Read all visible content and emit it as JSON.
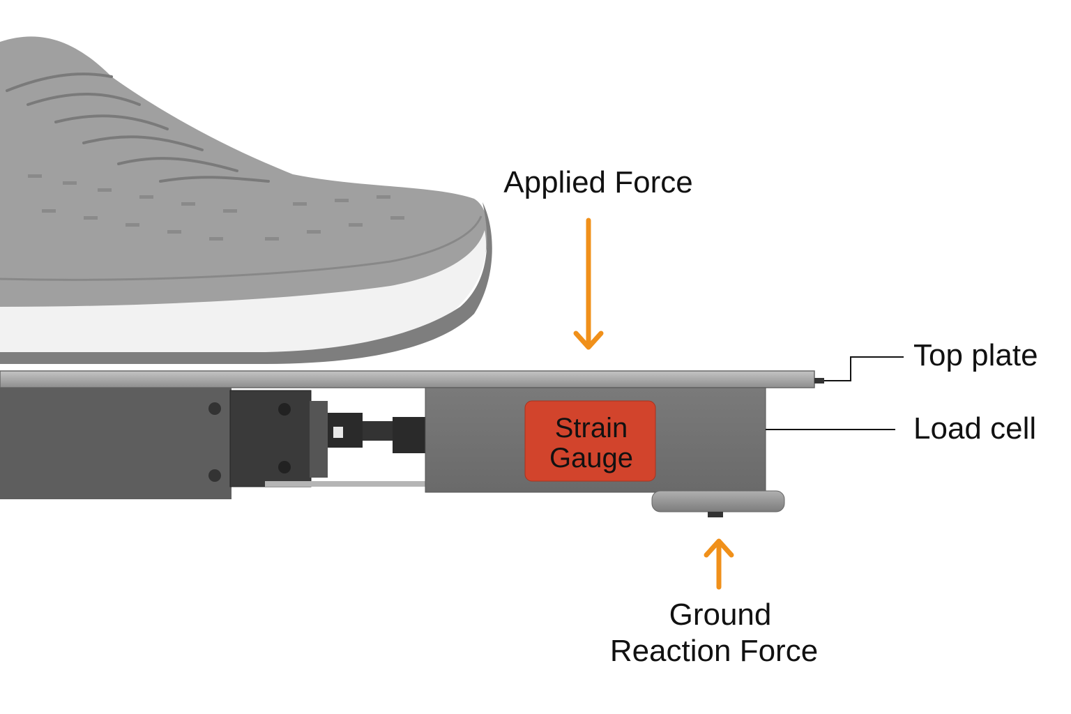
{
  "labels": {
    "applied_force": "Applied Force",
    "top_plate": "Top plate",
    "load_cell": "Load cell",
    "strain_gauge_line1": "Strain",
    "strain_gauge_line2": "Gauge",
    "ground_line1": "Ground",
    "ground_line2": "Reaction Force"
  },
  "colors": {
    "arrow": "#F0901A",
    "strain_gauge": "#D2442C",
    "plate": "#9a9a9a",
    "housing": "#5e5e5e",
    "shoe": "#9c9c9c"
  }
}
